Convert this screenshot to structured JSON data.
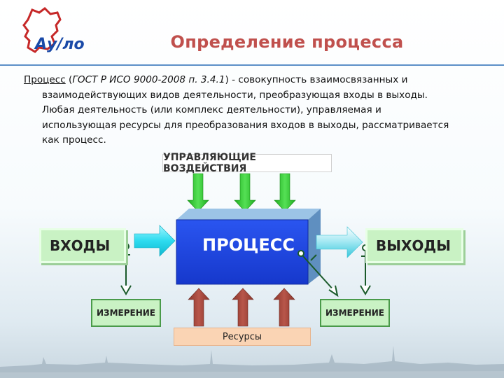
{
  "header": {
    "title": "Определение процесса",
    "logo_text": "Ау/ло"
  },
  "definition": {
    "term": "Процесс",
    "paren_open": " (",
    "standard": "ГОСТ Р ИСО  9000-2008  п. 3.4.1",
    "paren_close": ")",
    "line1_rest": " - совокупность взаимосвязанных и",
    "lines": [
      "взаимодействующих видов деятельности, преобразующая входы в выходы.",
      "Любая деятельность (или комплекс деятельности), управляемая и",
      "использующая ресурсы для преобразования входов в выходы, рассматривается",
      "как процесс."
    ]
  },
  "diagram": {
    "control": "УПРАВЛЯЮЩИЕ ВОЗДЕЙСТВИЯ",
    "inputs": "ВХОДЫ",
    "process": "ПРОЦЕСС",
    "outputs": "ВЫХОДЫ",
    "measure_left": "ИЗМЕРЕНИЕ",
    "measure_right": "ИЗМЕРЕНИЕ",
    "resources": "Ресурсы"
  },
  "colors": {
    "title": "#c0504d",
    "process_fill": "#1f48e6",
    "process_side": "#6f9fcc",
    "arrow_control": "#33cc33",
    "arrow_flow": "#33ddee",
    "arrow_resource": "#a0463a",
    "measure_line": "#1a5a2a"
  }
}
